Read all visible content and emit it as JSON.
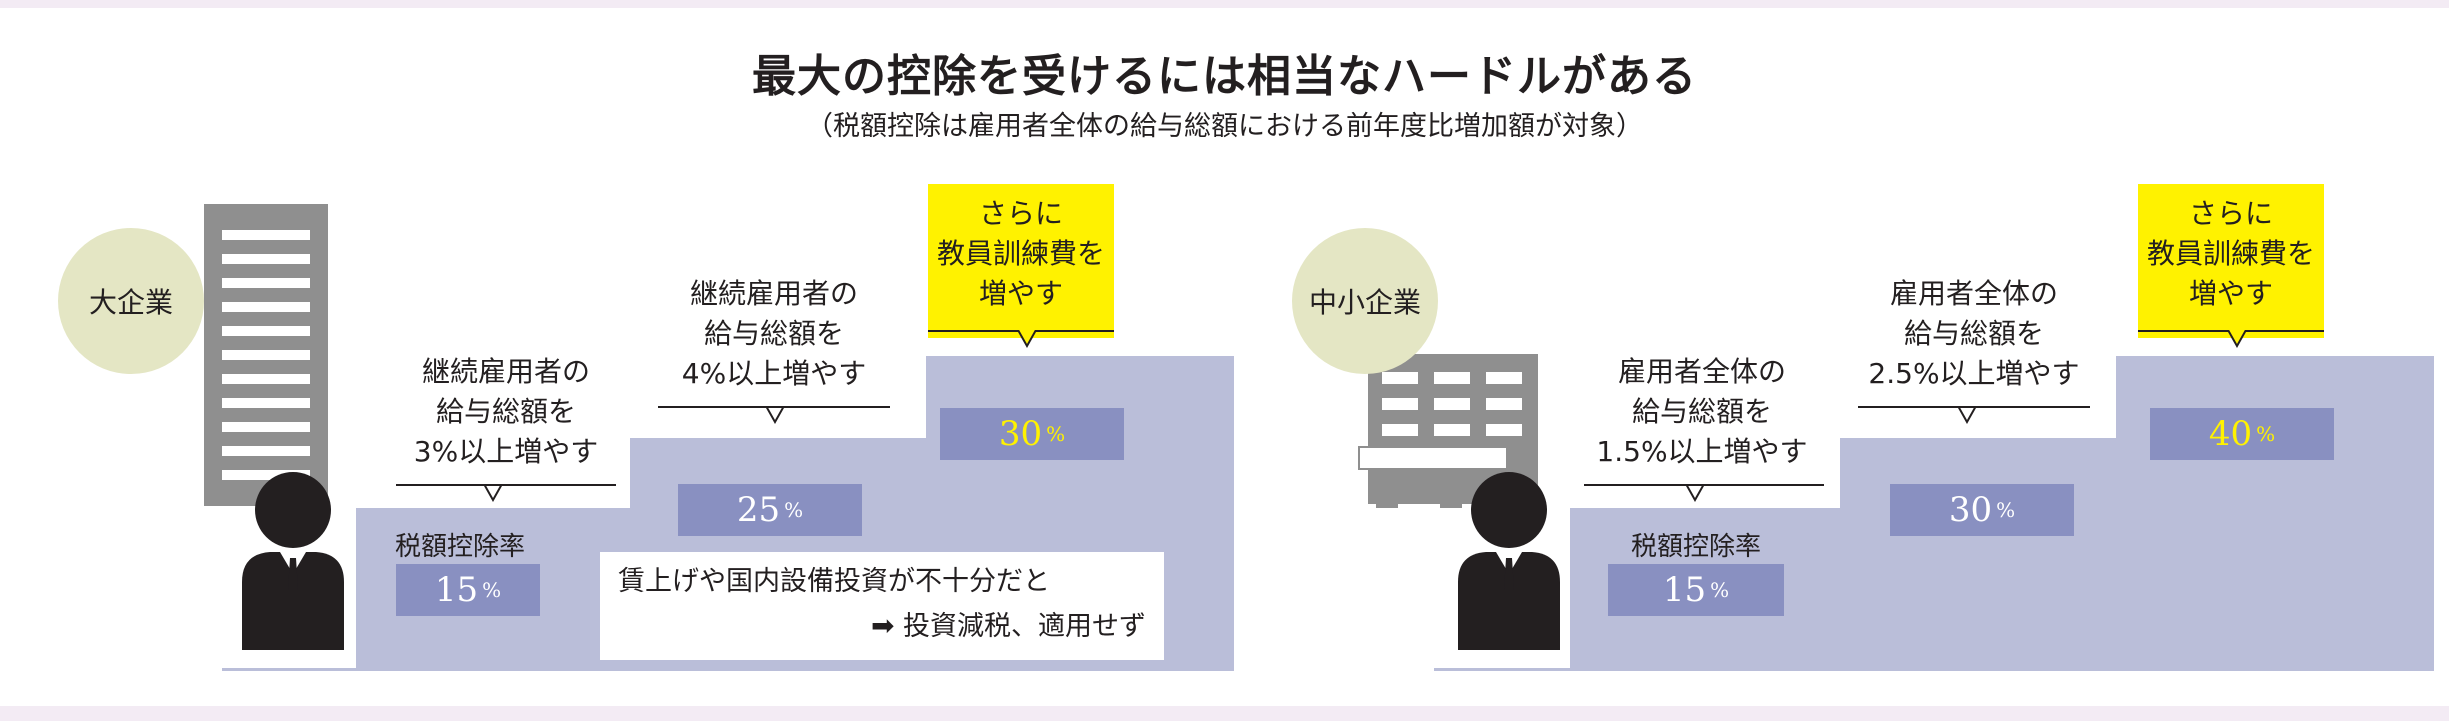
{
  "header": {
    "title": "最大の控除を受けるには相当なハードルがある",
    "subtitle": "（税額控除は雇用者全体の給与総額における前年度比増加額が対象）"
  },
  "large": {
    "label": "大企業",
    "rate_label": "税額控除率",
    "steps": [
      {
        "condition_lines": [
          "継続雇用者の",
          "給与総額を",
          "3%以上増やす"
        ],
        "rate": "15",
        "unit": "%"
      },
      {
        "condition_lines": [
          "継続雇用者の",
          "給与総額を",
          "4%以上増やす"
        ],
        "rate": "25",
        "unit": "%"
      },
      {
        "condition_lines": [
          "さらに",
          "教員訓練費を",
          "増やす"
        ],
        "rate": "30",
        "unit": "%"
      }
    ],
    "note_line1": "賃上げや国内設備投資が不十分だと",
    "note_arrow": "➡",
    "note_line2": "投資減税、適用せず"
  },
  "sme": {
    "label": "中小企業",
    "rate_label": "税額控除率",
    "steps": [
      {
        "condition_lines": [
          "雇用者全体の",
          "給与総額を",
          "1.5%以上増やす"
        ],
        "rate": "15",
        "unit": "%"
      },
      {
        "condition_lines": [
          "雇用者全体の",
          "給与総額を",
          "2.5%以上増やす"
        ],
        "rate": "30",
        "unit": "%"
      },
      {
        "condition_lines": [
          "さらに",
          "教員訓練費を",
          "増やす"
        ],
        "rate": "40",
        "unit": "%"
      }
    ]
  },
  "colors": {
    "step_fill": "#babed9",
    "rate_box": "#8990c1",
    "highlight": "#fff200",
    "circle": "#e4e6c4",
    "building": "#8f8f8f",
    "band": "#f3ebf4"
  }
}
